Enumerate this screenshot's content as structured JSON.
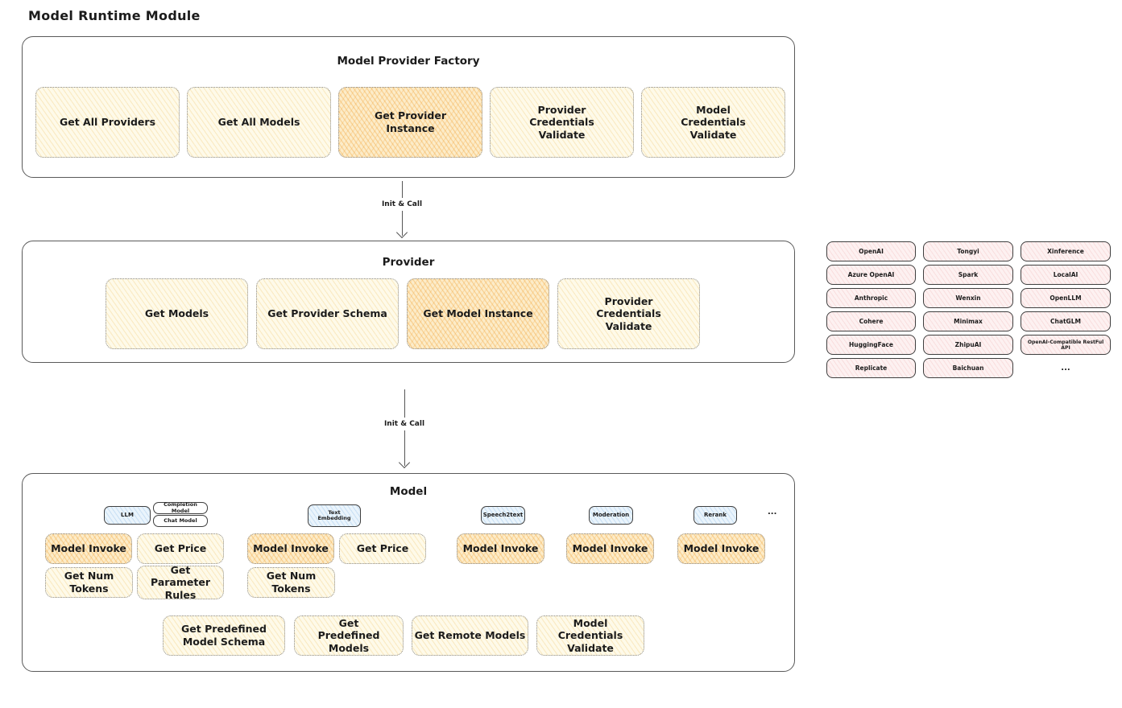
{
  "title": "Model Runtime Module",
  "arrows": {
    "label1": "Init & Call",
    "label2": "Init & Call"
  },
  "colors": {
    "yellow_fill": "#fefae9",
    "yellow_hatch": "#f0c567",
    "orange_fill": "#fcecc9",
    "orange_hatch": "#f2a63c",
    "pink_fill": "#fdf1f1",
    "pink_hatch": "#eba0a0",
    "blue_fill": "#eaf4fc",
    "blue_hatch": "#82b4e1",
    "border": "#5a5a5a",
    "text": "#1b1b1b"
  },
  "factory": {
    "title": "Model Provider Factory",
    "buttons": [
      {
        "label": "Get All Providers",
        "highlight": false
      },
      {
        "label": "Get All Models",
        "highlight": false
      },
      {
        "label": "Get Provider Instance",
        "highlight": true
      },
      {
        "label": "Provider Credentials Validate",
        "highlight": false
      },
      {
        "label": "Model Credentials Validate",
        "highlight": false
      }
    ]
  },
  "provider": {
    "title": "Provider",
    "buttons": [
      {
        "label": "Get Models",
        "highlight": false
      },
      {
        "label": "Get Provider Schema",
        "highlight": false
      },
      {
        "label": "Get Model Instance",
        "highlight": true
      },
      {
        "label": "Provider Credentials Validate",
        "highlight": false
      }
    ]
  },
  "providers_list": {
    "items": [
      "OpenAI",
      "Tongyi",
      "Xinference",
      "Azure OpenAI",
      "Spark",
      "LocalAI",
      "Anthropic",
      "Wenxin",
      "OpenLLM",
      "Cohere",
      "Minimax",
      "ChatGLM",
      "HuggingFace",
      "ZhipuAI",
      "OpenAI-Compatible RestFul API",
      "Replicate",
      "Baichuan"
    ],
    "more": "..."
  },
  "model": {
    "title": "Model",
    "tabs": {
      "llm": "LLM",
      "completion_model": "Completion Model",
      "chat_model": "Chat Model",
      "text_embedding": "Text Embedding",
      "speech2text": "Speech2text",
      "moderation": "Moderation",
      "rerank": "Rerank",
      "more": "..."
    },
    "llm_buttons": [
      "Model Invoke",
      "Get Price",
      "Get Num Tokens",
      "Get Parameter Rules"
    ],
    "embedding_buttons": [
      "Model Invoke",
      "Get Price",
      "Get Num Tokens"
    ],
    "speech2text_buttons": [
      "Model Invoke"
    ],
    "moderation_buttons": [
      "Model Invoke"
    ],
    "rerank_buttons": [
      "Model Invoke"
    ],
    "common_buttons": [
      "Get Predefined Model Schema",
      "Get Predefined Models",
      "Get Remote Models",
      "Model Credentials Validate"
    ]
  }
}
